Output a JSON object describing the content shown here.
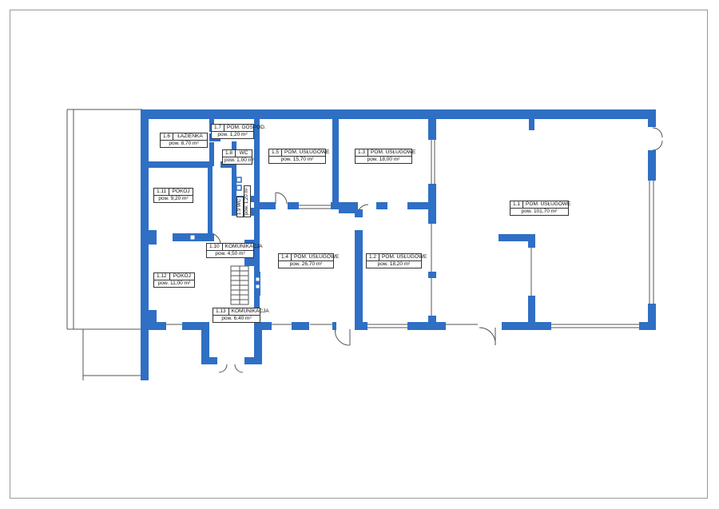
{
  "colors": {
    "wall": "#2f6fc4",
    "line": "#555555",
    "label_border": "#333333",
    "background": "#ffffff"
  },
  "rooms": [
    {
      "id": "1.1",
      "name": "POM. USŁUGOWE",
      "area": "pow. 101,70 m²"
    },
    {
      "id": "1.2",
      "name": "POM. USŁUGOWE",
      "area": "pow. 18,20 m²"
    },
    {
      "id": "1.3",
      "name": "POM. USŁUGOWE",
      "area": "pow. 18,00 m²"
    },
    {
      "id": "1.4",
      "name": "POM. USŁUGOWE",
      "area": "pow. 26,70 m²"
    },
    {
      "id": "1.5",
      "name": "POM. USŁUGOWE",
      "area": "pow. 15,70 m²"
    },
    {
      "id": "1.6",
      "name": "ŁAZIENKA",
      "area": "pow. 8,70 m²"
    },
    {
      "id": "1.7",
      "name": "POM. GOSPOD.",
      "area": "pow. 1,20 m²"
    },
    {
      "id": "1.8",
      "name": "WC",
      "area": "pow. 1,00 m²"
    },
    {
      "id": "1.9",
      "name": "WC",
      "area": "pow. 1,20 m²"
    },
    {
      "id": "1.10",
      "name": "KOMUNIKACJA",
      "area": "pow. 4,50 m²"
    },
    {
      "id": "1.11",
      "name": "POKÓJ",
      "area": "pow. 9,20 m²"
    },
    {
      "id": "1.12",
      "name": "POKÓJ",
      "area": "pow. 11,00 m²"
    },
    {
      "id": "1.13",
      "name": "KOMUNIKACJA",
      "area": "pow. 6,40 m²"
    }
  ]
}
